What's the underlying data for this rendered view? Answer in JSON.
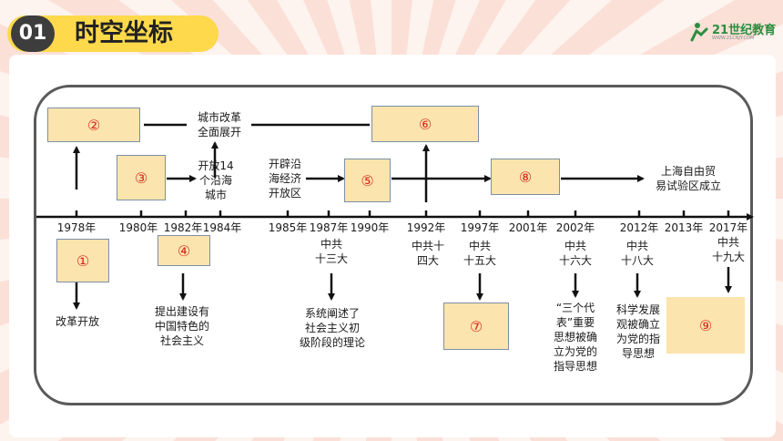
{
  "header": {
    "number": "01",
    "title": "时空坐标"
  },
  "logo": {
    "brand": "21世纪教育",
    "sub": "WWW.21CNJY.COM"
  },
  "years": [
    "1978年",
    "1980年",
    "1982年",
    "1984年",
    "1985年",
    "1987年",
    "1990年",
    "1992年",
    "1997年",
    "2001年",
    "2002年",
    "2012年",
    "2013年",
    "2017年"
  ],
  "boxes": {
    "b1": "①",
    "b2": "②",
    "b3": "③",
    "b4": "④",
    "b5": "⑤",
    "b6": "⑥",
    "b7": "⑦",
    "b8": "⑧",
    "b9": "⑨"
  },
  "labels": {
    "city_reform": [
      "城市改革",
      "全面展开"
    ],
    "open14": [
      "开放14",
      "个沿海",
      "城市"
    ],
    "coastal_zone": [
      "开辟沿",
      "海经济",
      "开放区"
    ],
    "shanghai_ftz": [
      "上海自由贸",
      "易试验区成立"
    ],
    "reform_opening": "改革开放",
    "socialism_cn": [
      "提出建设有",
      "中国特色的",
      "社会主义"
    ],
    "cpc13": [
      "中共",
      "十三大"
    ],
    "primary_stage": [
      "系统阐述了",
      "社会主义初",
      "级阶段的理论"
    ],
    "cpc14": [
      "中共十",
      "四大"
    ],
    "cpc15": [
      "中共",
      "十五大"
    ],
    "cpc16": [
      "中共",
      "十六大"
    ],
    "three_represents": [
      "“三个代",
      "表”重要",
      "思想被确",
      "立为党的",
      "指导思想"
    ],
    "cpc18": [
      "中共",
      "十八大"
    ],
    "sci_dev": [
      "科学发展",
      "观被确立",
      "为党的指",
      "导思想"
    ],
    "cpc19": [
      "中共",
      "十九大"
    ]
  }
}
